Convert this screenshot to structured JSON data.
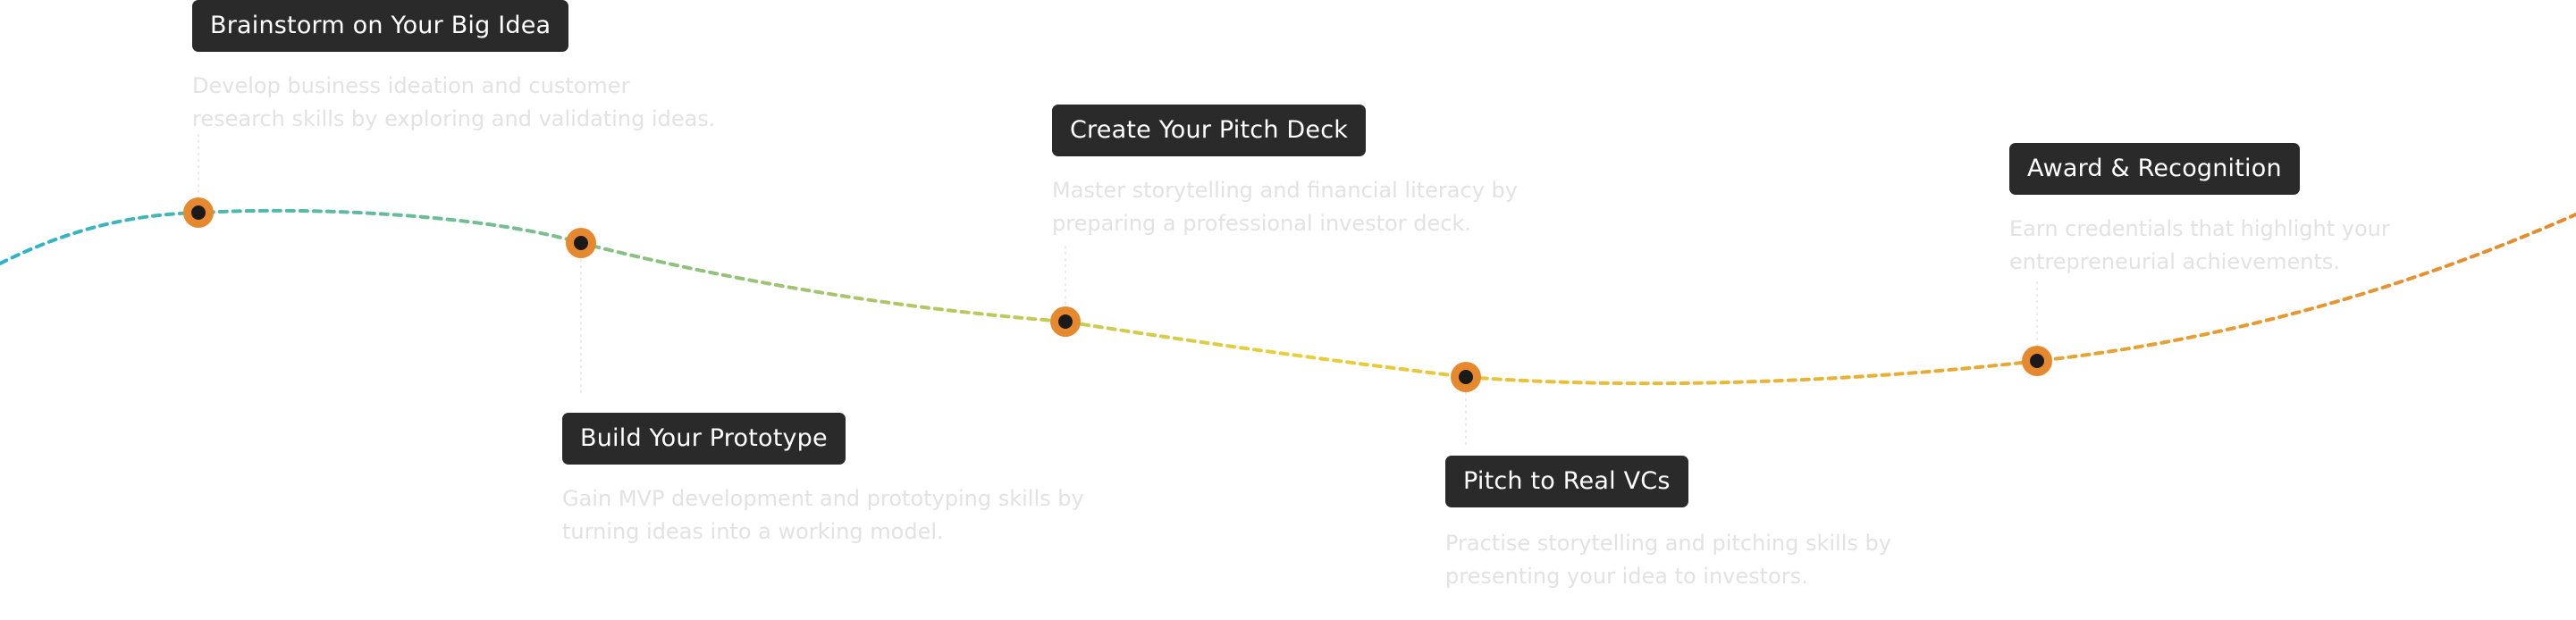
{
  "steps": [
    {
      "id": "brainstorm",
      "title": "Brainstorm on Your Big Idea",
      "description": "Develop business ideation and customer research skills by exploring and validating ideas."
    },
    {
      "id": "prototype",
      "title": "Build Your Prototype",
      "description": "Gain MVP development and prototyping skills by turning ideas into a working model."
    },
    {
      "id": "pitchdeck",
      "title": "Create Your Pitch Deck",
      "description": "Master storytelling and financial literacy by preparing a professional investor deck."
    },
    {
      "id": "vcs",
      "title": "Pitch to Real VCs",
      "description": "Practise storytelling and pitching skills by presenting your idea to investors."
    },
    {
      "id": "award",
      "title": "Award & Recognition",
      "description": "Earn credentials that highlight your entrepreneurial achievements."
    }
  ],
  "colors": {
    "curve_start": "#2bb3c8",
    "curve_mid": "#e8cf3a",
    "curve_end": "#e6892e",
    "node_ring": "#e6892e",
    "node_core": "#1a1a1a",
    "label_bg": "#2a2a2a",
    "label_text": "#ffffff",
    "desc_text": "#e2e2e2",
    "connector": "#ececec"
  }
}
